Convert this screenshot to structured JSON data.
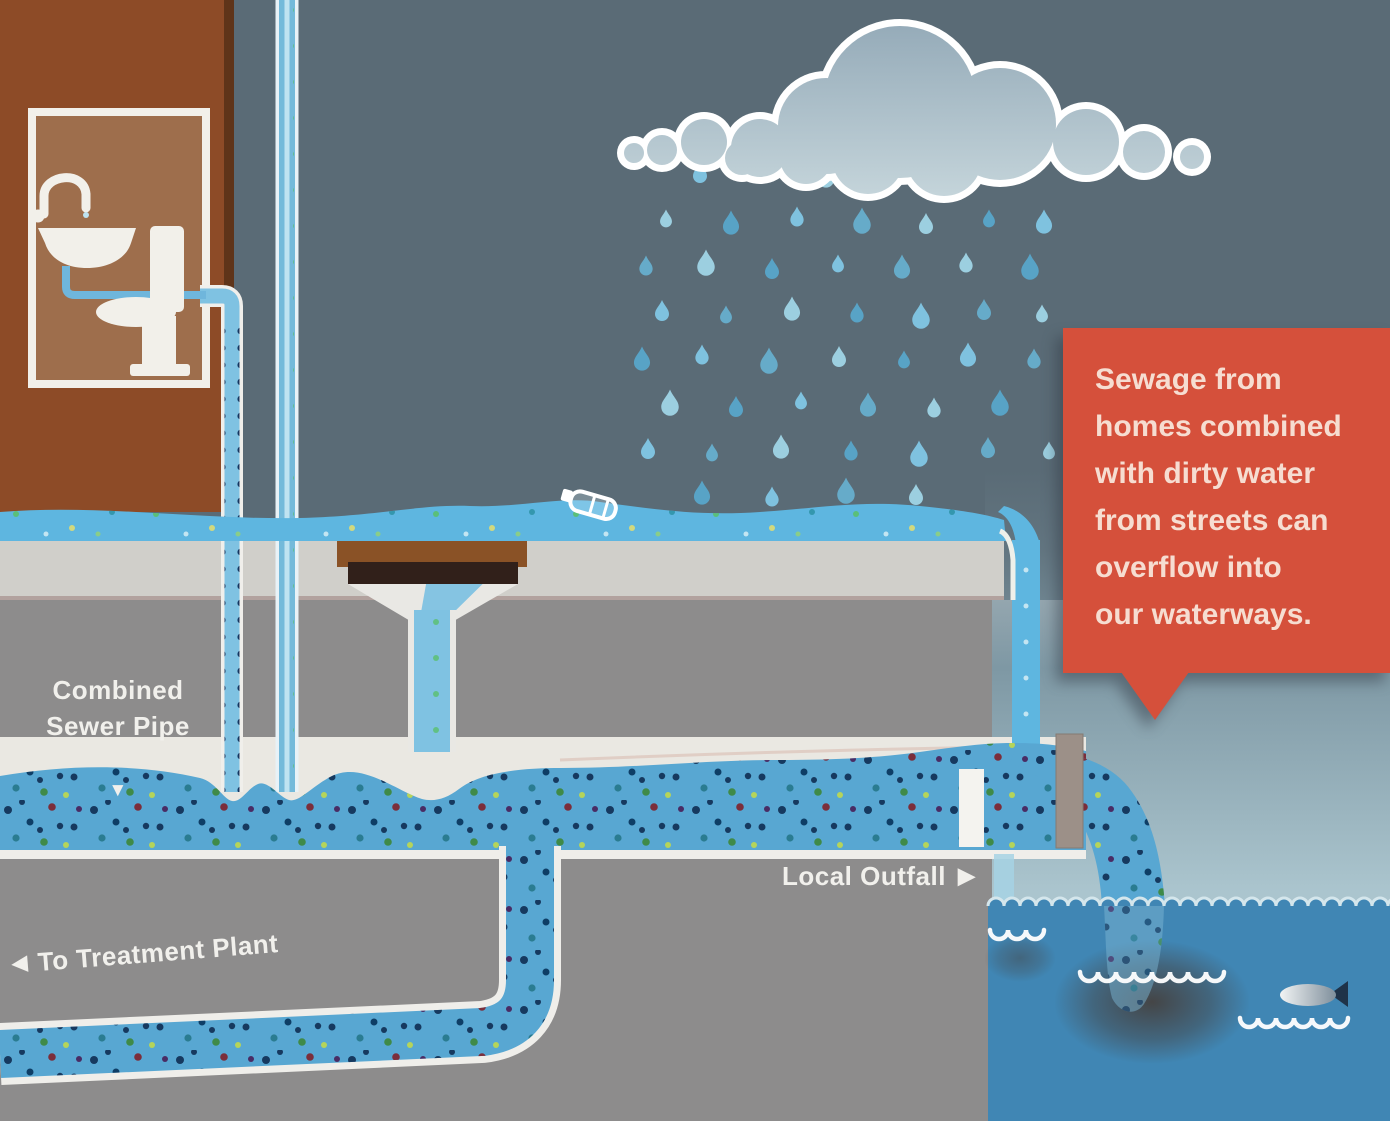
{
  "callout": {
    "text": "Sewage from\nhomes combined\nwith dirty water\nfrom streets can\noverflow into\nour waterways.",
    "bg_color": "#d5503b",
    "text_color": "#f6ddd1"
  },
  "labels": {
    "combined_sewer_pipe": {
      "text": "Combined\nSewer Pipe",
      "arrow": "▼"
    },
    "local_outfall": {
      "text": "Local Outfall",
      "arrow": "▶"
    },
    "to_treatment_plant": {
      "text": "To Treatment Plant",
      "arrow": "◀"
    }
  },
  "colors": {
    "sky": "#5a6b76",
    "house_wall": "#8d4b27",
    "bathroom_interior": "#9e6e4c",
    "street_surface": "#d0cfca",
    "underground": "#8d8c8c",
    "sewer_water": "#58a7d2",
    "street_runoff": "#5eb6e0",
    "waterway": "#4086b4",
    "air_above_water": "#abc5ce",
    "callout": "#d5503b",
    "cloud": "#a9bdc7",
    "rain_drop": "#7fc2df",
    "fixture_white": "#f2f0ea"
  }
}
